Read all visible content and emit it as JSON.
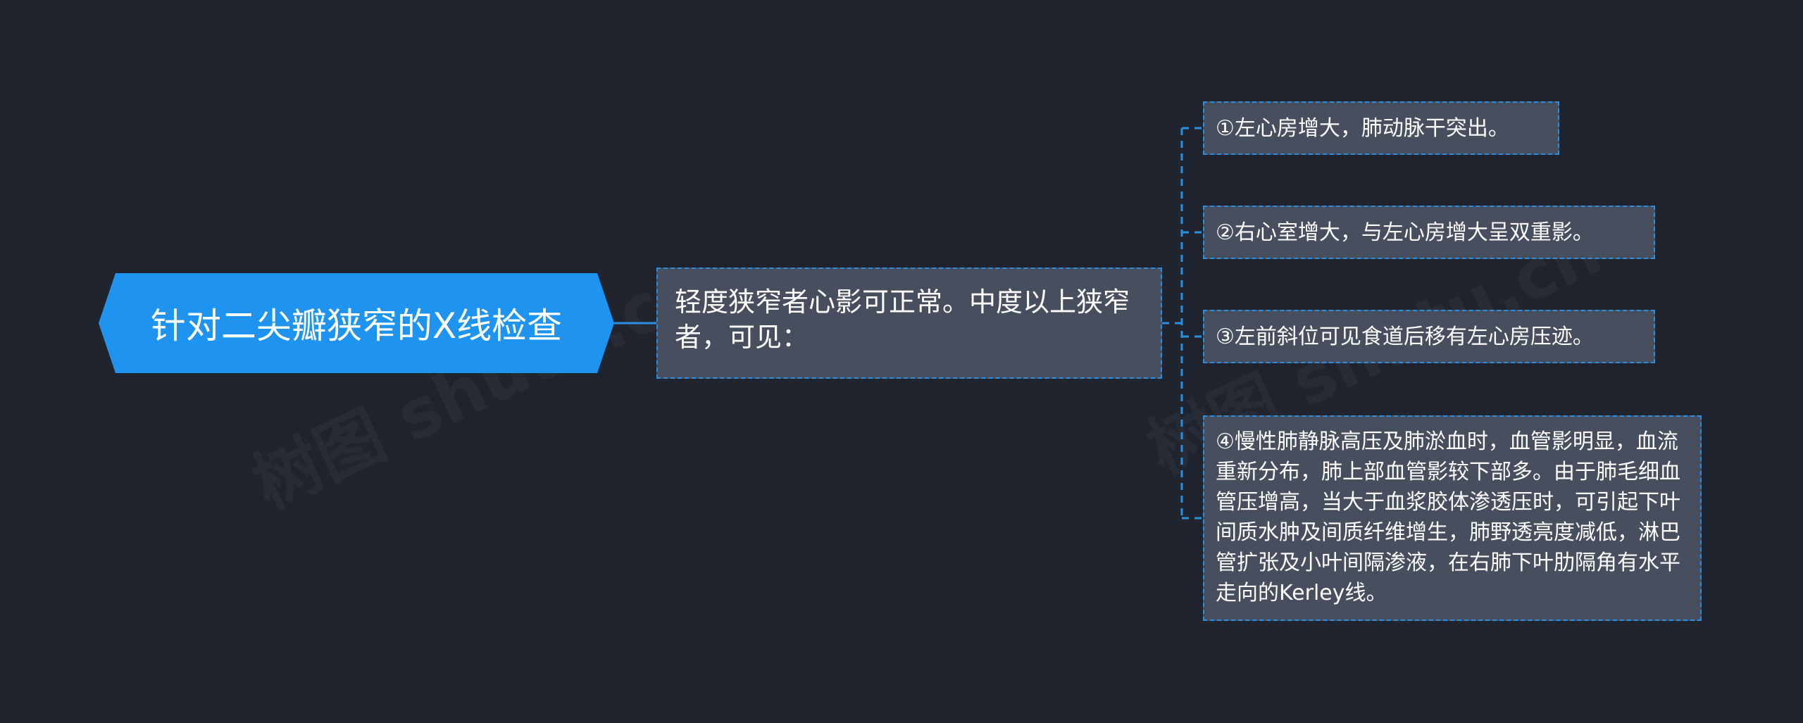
{
  "root": {
    "label": "针对二尖瓣狭窄的X线检查"
  },
  "main_branch": {
    "label": "轻度狭窄者心影可正常。中度以上狭窄者，可见："
  },
  "findings": [
    {
      "label": "①左心房增大，肺动脉干突出。"
    },
    {
      "label": "②右心室增大，与左心房增大呈双重影。"
    },
    {
      "label": "③左前斜位可见食道后移有左心房压迹。"
    },
    {
      "label": "④慢性肺静脉高压及肺淤血时，血管影明显，血流重新分布，肺上部血管影较下部多。由于肺毛细血管压增高，当大于血浆胶体渗透压时，可引起下叶间质水肿及间质纤维增生，肺野透亮度减低，淋巴管扩张及小叶间隔渗液，在右肺下叶肋隔角有水平走向的Kerley线。"
    }
  ],
  "colors": {
    "background": "#20242f",
    "root_fill": "#1e94f0",
    "node_fill": "#474f5e",
    "connector": "#2b8fe0",
    "text": "#ffffff"
  }
}
